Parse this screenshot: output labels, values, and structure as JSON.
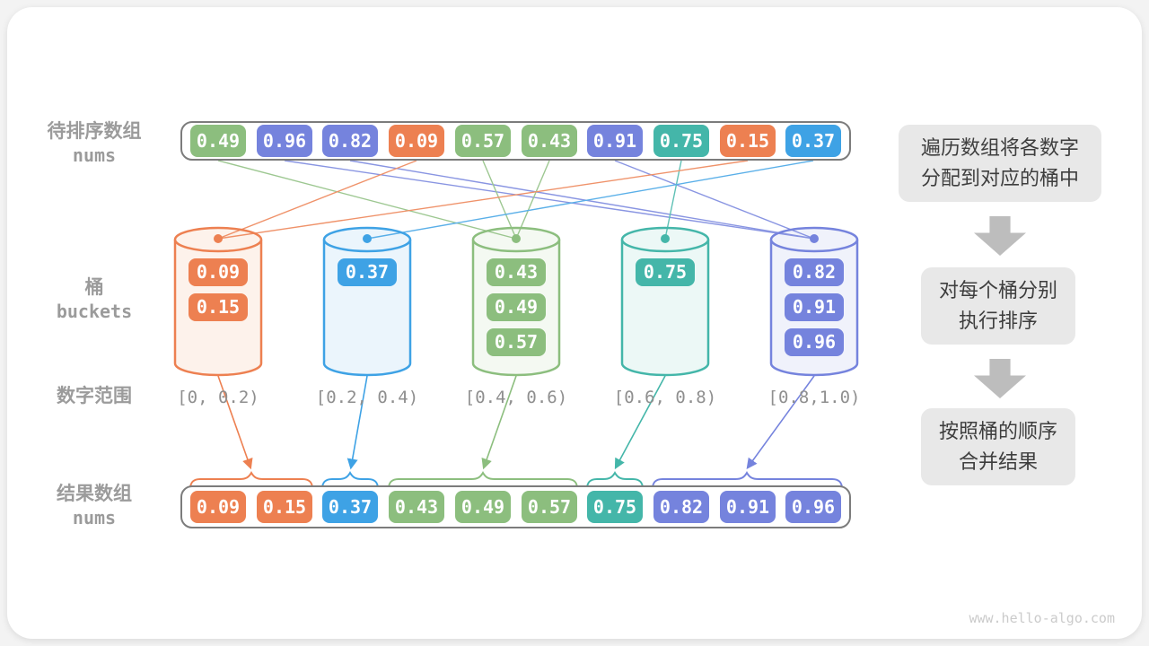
{
  "palette": {
    "green": "#8CBE7E",
    "purple": "#7583DD",
    "orange": "#ED8051",
    "teal": "#44B6A9",
    "skyblue": "#3EA2E5",
    "label_gray": "#9B9B9B",
    "border_gray": "#7C7C7C",
    "step_bg": "#E8E8E8",
    "step_text": "#3E3E3E",
    "block_arrow": "#BDBDBD"
  },
  "labels": {
    "input_zh": "待排序数组",
    "input_en": "nums",
    "buckets_zh": "桶",
    "buckets_en": "buckets",
    "range": "数字范围",
    "result_zh": "结果数组",
    "result_en": "nums"
  },
  "input_array": {
    "cells": [
      {
        "value": "0.49",
        "color": "#8CBE7E"
      },
      {
        "value": "0.96",
        "color": "#7583DD"
      },
      {
        "value": "0.82",
        "color": "#7583DD"
      },
      {
        "value": "0.09",
        "color": "#ED8051"
      },
      {
        "value": "0.57",
        "color": "#8CBE7E"
      },
      {
        "value": "0.43",
        "color": "#8CBE7E"
      },
      {
        "value": "0.91",
        "color": "#7583DD"
      },
      {
        "value": "0.75",
        "color": "#44B6A9"
      },
      {
        "value": "0.15",
        "color": "#ED8051"
      },
      {
        "value": "0.37",
        "color": "#3EA2E5"
      }
    ]
  },
  "buckets": [
    {
      "range": "[0, 0.2)",
      "color": "#ED8051",
      "fill": "#FDF2EB",
      "items": [
        "0.09",
        "0.15"
      ]
    },
    {
      "range": "[0.2, 0.4)",
      "color": "#3EA2E5",
      "fill": "#EBF5FC",
      "items": [
        "0.37"
      ]
    },
    {
      "range": "[0.4, 0.6)",
      "color": "#8CBE7E",
      "fill": "#F4F9F2",
      "items": [
        "0.43",
        "0.49",
        "0.57"
      ]
    },
    {
      "range": "[0.6, 0.8)",
      "color": "#44B6A9",
      "fill": "#ECF8F6",
      "items": [
        "0.75"
      ]
    },
    {
      "range": "[0.8,1.0)",
      "color": "#7583DD",
      "fill": "#F0F2FB",
      "items": [
        "0.82",
        "0.91",
        "0.96"
      ]
    }
  ],
  "result_array": {
    "cells": [
      {
        "value": "0.09",
        "color": "#ED8051"
      },
      {
        "value": "0.15",
        "color": "#ED8051"
      },
      {
        "value": "0.37",
        "color": "#3EA2E5"
      },
      {
        "value": "0.43",
        "color": "#8CBE7E"
      },
      {
        "value": "0.49",
        "color": "#8CBE7E"
      },
      {
        "value": "0.57",
        "color": "#8CBE7E"
      },
      {
        "value": "0.75",
        "color": "#44B6A9"
      },
      {
        "value": "0.82",
        "color": "#7583DD"
      },
      {
        "value": "0.91",
        "color": "#7583DD"
      },
      {
        "value": "0.96",
        "color": "#7583DD"
      }
    ]
  },
  "steps": [
    {
      "line1": "遍历数组将各数字",
      "line2": "分配到对应的桶中"
    },
    {
      "line1": "对每个桶分别",
      "line2": "执行排序"
    },
    {
      "line1": "按照桶的顺序",
      "line2": "合并结果"
    }
  ],
  "watermark": "www.hello-algo.com"
}
